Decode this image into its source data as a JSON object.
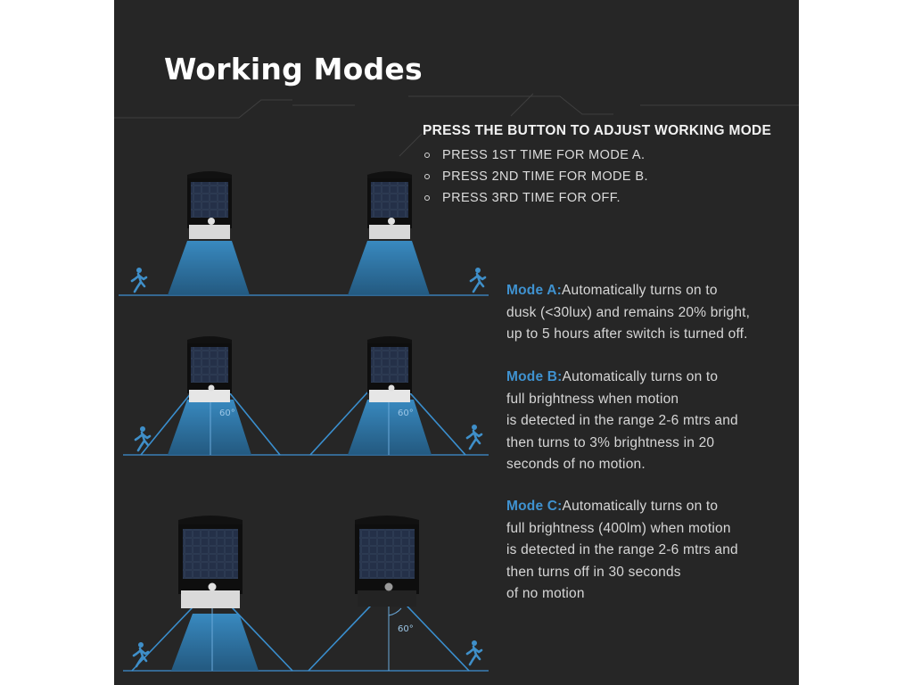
{
  "title": "Working Modes",
  "instructions": {
    "heading": "PRESS THE BUTTON TO ADJUST WORKING MODE",
    "items": [
      "PRESS 1ST TIME FOR MODE A.",
      "PRESS 2ND TIME FOR MODE B.",
      "PRESS 3RD TIME FOR OFF."
    ]
  },
  "modes": [
    {
      "label": "Mode A:",
      "lines": [
        "Automatically turns on to",
        "dusk (<30lux)  and remains 20% bright,",
        "up to 5 hours after switch is turned off."
      ]
    },
    {
      "label": "Mode B:",
      "lines": [
        "Automatically turns on to",
        "full brightness when motion",
        "is detected in the range 2-6 mtrs and",
        "then turns to 3% brightness in 20",
        "seconds of no motion."
      ]
    },
    {
      "label": "Mode C:",
      "lines": [
        "Automatically turns on to",
        "full brightness (400lm) when motion",
        "is detected in the range 2-6 mtrs and",
        "then turns off  in 30 seconds",
        "of no motion"
      ]
    }
  ],
  "diagram": {
    "angle_labels": [
      "60°",
      "60°",
      "60°"
    ]
  },
  "colors": {
    "background": "#262626",
    "accent": "#3f92d0",
    "beam": "#2f74a3",
    "text": "#d6d6d6"
  }
}
